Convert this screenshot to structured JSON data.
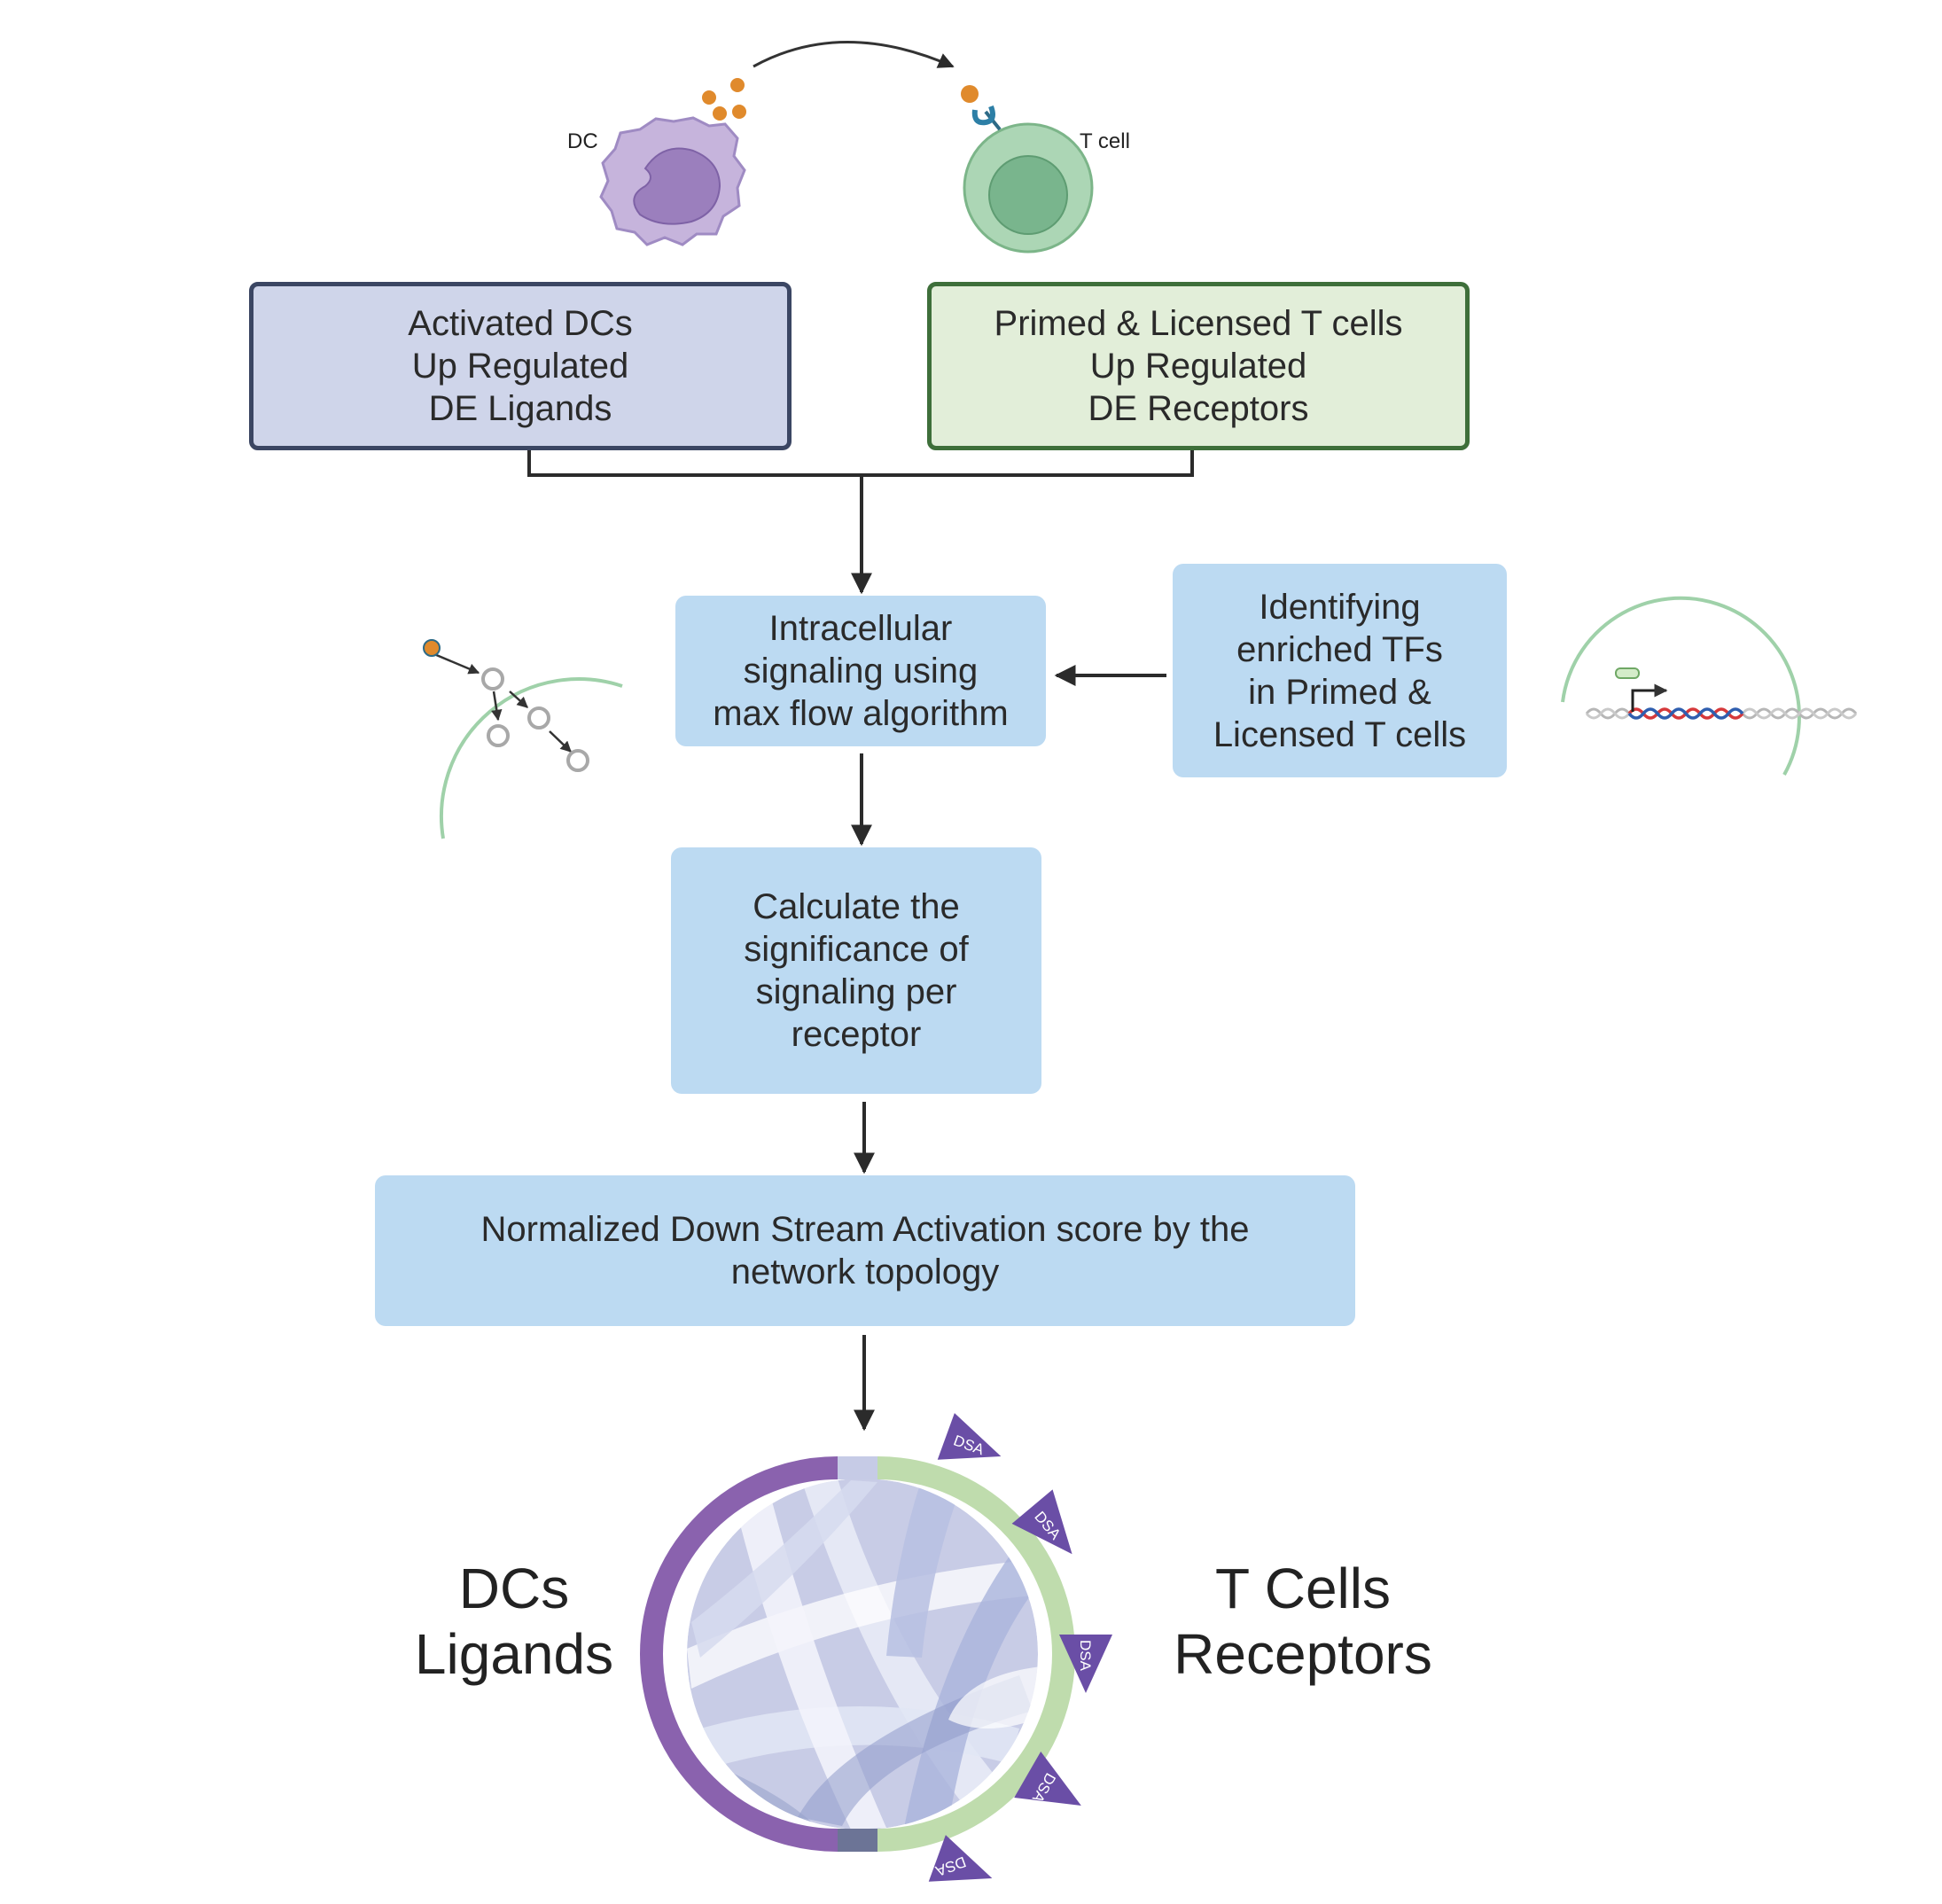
{
  "cells": {
    "dc_label": "DC",
    "t_label": "T cell"
  },
  "boxes": {
    "dc": [
      "Activated DCs",
      "Up Regulated",
      "DE Ligands"
    ],
    "t": [
      "Primed & Licensed T cells",
      "Up Regulated",
      "DE Receptors"
    ]
  },
  "steps": {
    "intracellular": [
      "Intracellular",
      "signaling using",
      "max flow algorithm"
    ],
    "tf": [
      "Identifying",
      "enriched TFs",
      "in Primed &",
      "Licensed T cells"
    ],
    "significance": [
      "Calculate the",
      "significance of",
      "signaling per",
      "receptor"
    ],
    "normalized": [
      "Normalized Down Stream Activation score by the",
      "network topology"
    ]
  },
  "chord": {
    "left_label": [
      "DCs",
      "Ligands"
    ],
    "right_label": [
      "T Cells",
      "Receptors"
    ],
    "marker_label": "DSA",
    "colors": {
      "ligands": "#8a62ae",
      "receptors": "#bfdcad",
      "ribbon": "#9aa8d4"
    }
  }
}
